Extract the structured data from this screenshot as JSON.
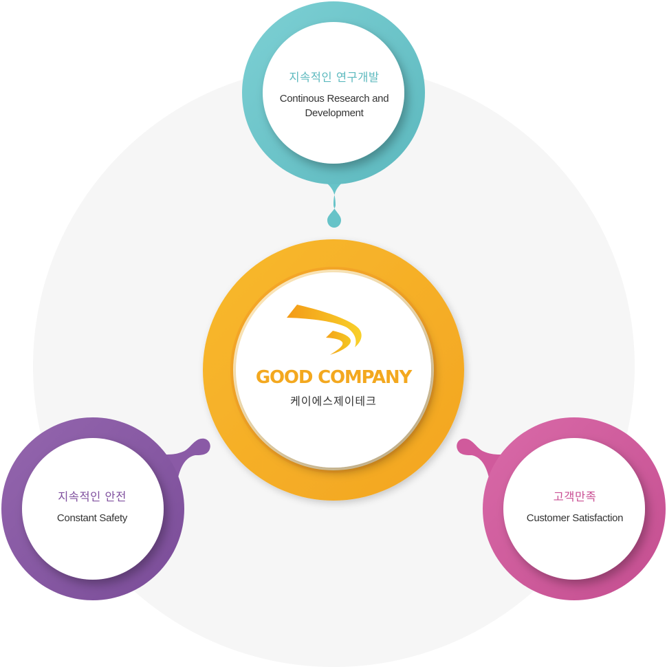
{
  "center": {
    "title": "GOOD COMPANY",
    "subtitle": "케이에스제이테크",
    "ring_color": "#f6b128",
    "title_color": "#f3a81f",
    "logo_icon": "swoosh-logo-icon"
  },
  "nodes": {
    "top": {
      "title": "지속적인 연구개발",
      "subtitle_line1": "Continous Research and",
      "subtitle_line2": "Development",
      "color": "#6bc6cb"
    },
    "left": {
      "title": "지속적인 안전",
      "subtitle": "Constant Safety",
      "color": "#8a5aa6"
    },
    "right": {
      "title": "고객만족",
      "subtitle": "Customer Satisfaction",
      "color": "#d05a9c"
    }
  },
  "background_color": "#f6f6f6"
}
